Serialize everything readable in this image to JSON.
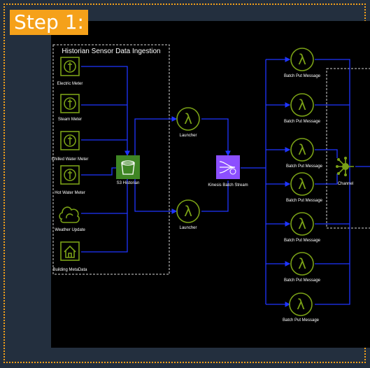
{
  "step_label": "Step 1:",
  "group_title": "Historian Sensor Data Ingestion",
  "meters": [
    {
      "label": "Electric Meter",
      "icon": "electric-meter-icon"
    },
    {
      "label": "Steam Meter",
      "icon": "steam-meter-icon"
    },
    {
      "label": "Chilled Water Meter",
      "icon": "chilled-water-meter-icon"
    },
    {
      "label": "Hot Water Meter",
      "icon": "hot-water-meter-icon"
    }
  ],
  "weather": {
    "label": "Weather Update",
    "icon": "cloud-sync-icon"
  },
  "building": {
    "label": "Building MetaData",
    "icon": "building-icon"
  },
  "s3": {
    "label": "S3 Historian",
    "icon": "s3-bucket-icon",
    "color": "#3f8624"
  },
  "launchers": [
    "Launcher",
    "Launcher"
  ],
  "kinesis": {
    "label": "Kinesis Batch Stream",
    "icon": "kinesis-icon",
    "color": "#8c4fff"
  },
  "batch_put": [
    "Batch Put Message",
    "Batch Put Message",
    "Batch Put Message",
    "Batch Put Message",
    "Batch Put Message",
    "Batch Put Message",
    "Batch Put Message"
  ],
  "channel": {
    "label": "Channel",
    "icon": "iot-channel-icon"
  },
  "colors": {
    "accent": "#f5a11a",
    "wire": "#1f35ff",
    "lambda": "#7aa116",
    "background": "#232f3e"
  }
}
